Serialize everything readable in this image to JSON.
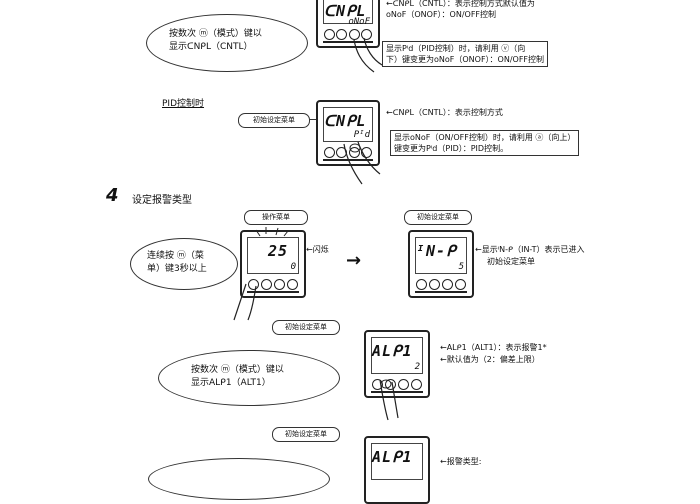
{
  "top": {
    "bubble_line1": "按数次 ⓜ（模式）键以",
    "bubble_line2": "显示ᑕNᑭL（CNTL）",
    "note_line1": "←ᑕNᑭL（CNTL）：表示控制方式默认值为",
    "note_line2": "ᴏNᴏF（ONOF）：ON/OFF控制",
    "box_line1": "显示Pᴵd（PID控制）时，请利用 ⓥ（向",
    "box_line2": "下）键变更为ᴏNᴏF（ONOF）：ON/OFF控制",
    "display_line1": "ᑕNᑭL",
    "display_line2": "ᴏNᴏF"
  },
  "pid": {
    "heading": "PID控制时",
    "tag": "初始设定菜单",
    "display_line1": "ᑕNᑭL",
    "display_line2": "Pᴵd",
    "note": "←ᑕNᑭL（CNTL）：表示控制方式",
    "box_line1": "显示ᴏNᴏF（ON/OFF控制）时，请利用 ⓐ（向上）",
    "box_line2": "键变更为Pᴵd（PID）：PID控制。"
  },
  "step4": {
    "number": "4",
    "title": "设定报警类型",
    "tag_left": "操作菜单",
    "tag_right": "初始设定菜单",
    "bubble_line1": "连续按 ⓜ（菜",
    "bubble_line2": "单）键3秒以上",
    "left_display_line1": "25",
    "left_display_line2": "0",
    "blink_note": "←闪烁",
    "arrow": "→",
    "right_display_line1": "ᴵN-ᑭ",
    "right_display_line2": "5",
    "right_note_line1": "←显示ᴵN-ᑭ（IN-T）表示已进入",
    "right_note_line2": "初始设定菜单"
  },
  "alt1": {
    "tag": "初始设定菜单",
    "bubble_line1": "按数次 ⓜ（模式）键以",
    "bubble_line2": "显示ALᑭ1（ALT1）",
    "display_line1": "ALᑭ1",
    "display_line2": "2",
    "note_line1": "←ALᑭ1（ALT1）：表示报警1*",
    "note_line2": "←默认值为（2：偏差上限）"
  },
  "bottom": {
    "tag": "初始设定菜单",
    "display_line1": "ALᑭ1",
    "note": "←报警类型:"
  }
}
